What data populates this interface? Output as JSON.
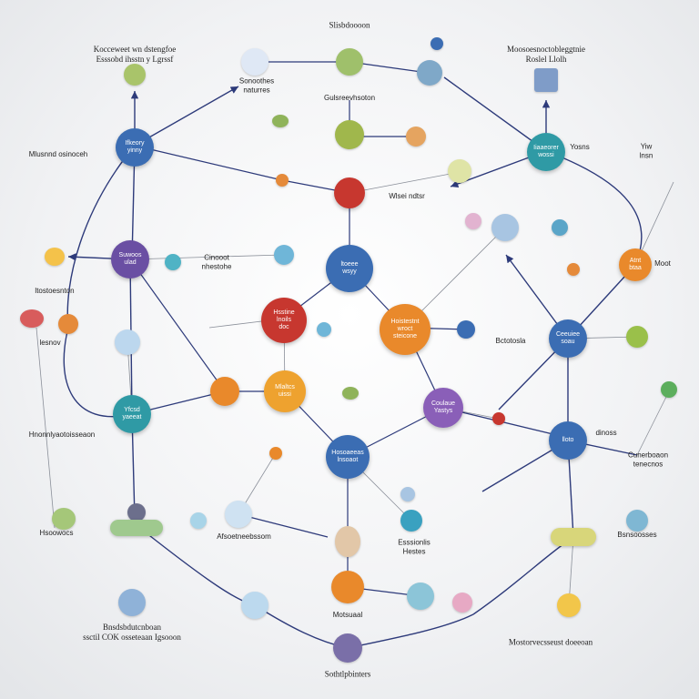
{
  "colors": {
    "blue": "#3b6db3",
    "purple": "#6a4fa3",
    "teal": "#2f9aa5",
    "orange": "#e9892b",
    "red": "#c7372f",
    "green": "#6ea54a",
    "edge": "#2d3a7a",
    "edge_light": "#8a8f99"
  },
  "hub_labels": {
    "top_left": "Ifkeory\nyinny",
    "left_mid": "Suwoos\nulad",
    "left_low": "Yfcsd\nyaeeat",
    "center": "ltoeee\nwsyy",
    "center_red": "Hsstine\nlnoils\ndoc",
    "orange_big": "Hoistestnt\nwroct\nsteicone",
    "orange_mid": "Mlaltcs\nuissi",
    "purple_mid": "Coulaue\nYastys",
    "blue_low": "Hosoaeeas\nlnsoaot",
    "right_teal": "Iiaaeorer\nwossi",
    "right_blue": "Ceeuiee\nsoau",
    "right_low": "lloto",
    "right_orange": "Atnt\nbtaa"
  },
  "text_labels": {
    "top": "Slisbdoooon",
    "top_left_title": "Kocceweet wn dstengfoe\nEsssobd ihsstn y Lgrssf",
    "top_right_title": "Moosoesnoctobleggtnie\nRoslel Llolh",
    "upper_mid": "Sonoothes\nnaturres",
    "upper_center": "Gulsreevhsoton",
    "left_tiny": "Mlusnnd osinoceh",
    "right_tiny": "Yosns",
    "right_tiny2": "Yiw\nlnsn",
    "mid_tag": "Cinooot\nnhestohe",
    "red_tag": "Wlsei ndtsr",
    "left_mid_note": "ltostoesnton",
    "left_mini": "lesnov",
    "tiny_lr": "Bctotosla",
    "left_low_tag": "Hnonnlyaotoisseaon",
    "right_low_tag": "dinoss",
    "right_low_tag2": "Cunerboaon\ntenecnos",
    "right_far": "Moot",
    "bottom_mid": "Afsoetneebssom",
    "bottom_center": "Esssionlis\nHestes",
    "bottom_left": "Bnsdsbdutcnboan\nssctil COK osseteaan Igsooon",
    "bottom_right": "Mostorvecsseust doeeoan",
    "bottom_center2": "Motsuaal",
    "bottom_footer": "Sothtlpbinters",
    "bottom_rr": "Bsnsoosses",
    "left_low_small": "Hsoowocs"
  }
}
